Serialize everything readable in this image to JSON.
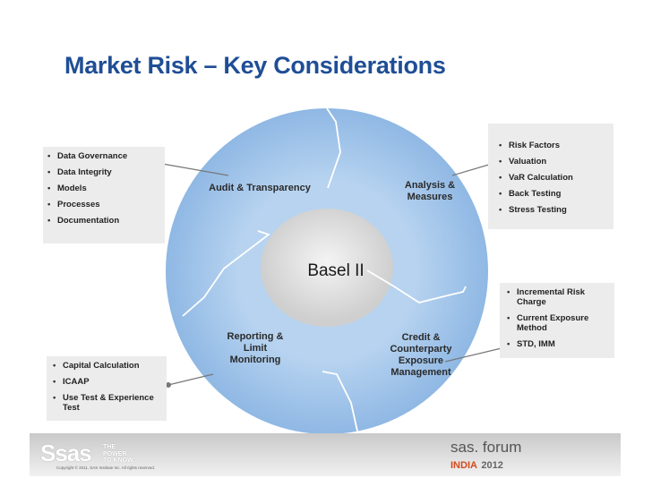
{
  "title": "Market Risk – Key Considerations",
  "center": "Basel II",
  "segments": {
    "audit": "Audit & Transparency",
    "analysis": [
      "Analysis &",
      "Measures"
    ],
    "credit": [
      "Credit &",
      "Counterparty",
      "Exposure",
      "Management"
    ],
    "reporting": [
      "Reporting &",
      "Limit",
      "Monitoring"
    ]
  },
  "boxes": {
    "audit_items": [
      "Data Governance",
      "Data Integrity",
      "Models",
      "Processes",
      "Documentation"
    ],
    "analysis_items": [
      "Risk Factors",
      "Valuation",
      "VaR Calculation",
      "Back Testing",
      "Stress Testing"
    ],
    "credit_items": [
      "Incremental Risk Charge",
      "Current Exposure Method",
      "STD, IMM"
    ],
    "reporting_items": [
      "Capital Calculation",
      "ICAAP",
      "Use Test & Experience Test"
    ]
  },
  "footer": {
    "logo": "Ssas",
    "tagline": [
      "THE",
      "POWER",
      "TO KNOW."
    ],
    "copyright": "Copyright © 2011, SAS Institute Inc. All rights reserved.",
    "forum_main": "sas. forum",
    "forum_region": "INDIA",
    "forum_year": "2012"
  },
  "colors": {
    "title": "#1f4e96",
    "ring": "#97bde6",
    "center": "#dcdcdc",
    "box": "#ececec"
  }
}
